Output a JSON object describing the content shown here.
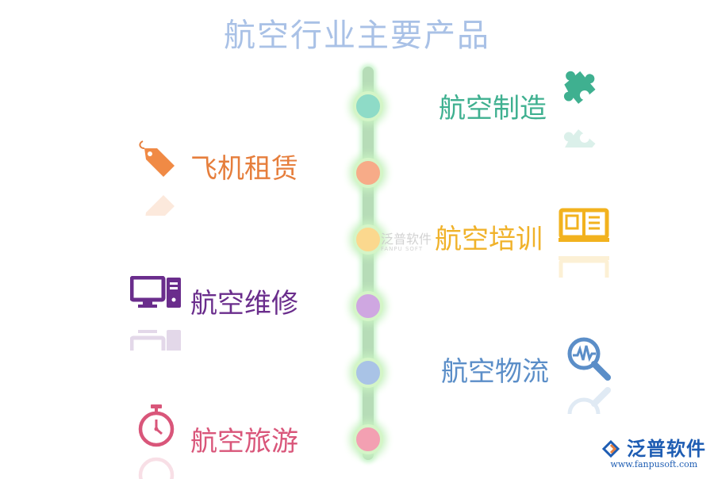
{
  "title": "航空行业主要产品",
  "products": [
    {
      "label": "航空制造",
      "color": "#3fb090",
      "node_color": "#8edbc7",
      "icon": "puzzle-icon",
      "side": "right"
    },
    {
      "label": "飞机租赁",
      "color": "#e67e3c",
      "node_color": "#f7ab88",
      "icon": "price-tag-icon",
      "side": "left"
    },
    {
      "label": "航空培训",
      "color": "#f0b22a",
      "node_color": "#fbd88e",
      "icon": "book-icon",
      "side": "right"
    },
    {
      "label": "航空维修",
      "color": "#6a2d8c",
      "node_color": "#cfa7e1",
      "icon": "computer-icon",
      "side": "left"
    },
    {
      "label": "航空物流",
      "color": "#5b8ec8",
      "node_color": "#a9c3e6",
      "icon": "magnifier-icon",
      "side": "right"
    },
    {
      "label": "航空旅游",
      "color": "#d9567a",
      "node_color": "#f3a0b2",
      "icon": "stopwatch-icon",
      "side": "left"
    }
  ],
  "watermark": {
    "center_text": "泛普软件",
    "center_sub": "FANPU SOFT"
  },
  "logo": {
    "name": "泛普软件",
    "url": "www.fanpusoft.com"
  }
}
